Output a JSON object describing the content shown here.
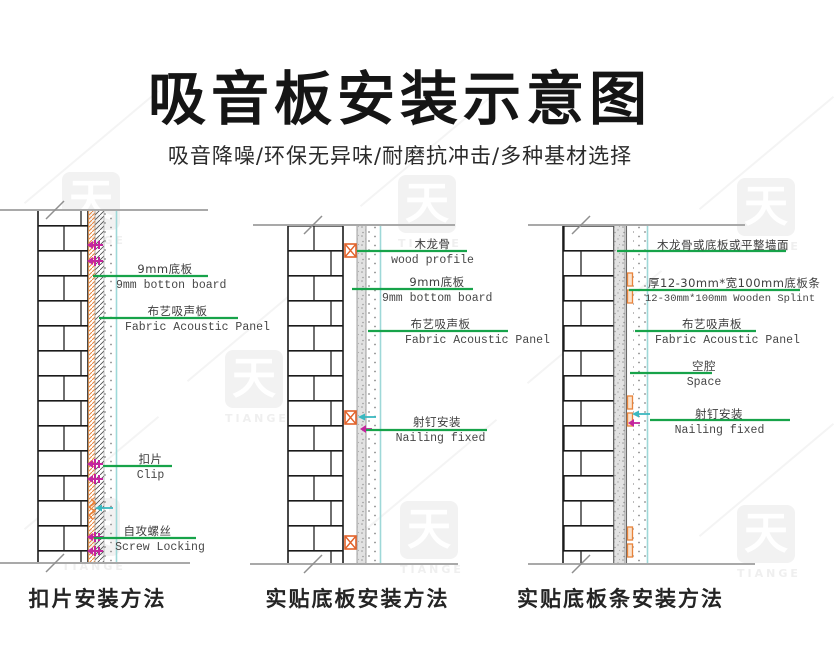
{
  "header": {
    "title": "吸音板安装示意图",
    "subtitle": "吸音降噪/环保无异味/耐磨抗冲击/多种基材选择"
  },
  "watermark": {
    "glyph": "天",
    "brand": "TIANGE"
  },
  "colors": {
    "label_line_green": "#17a34a",
    "cyan_face_line": "#9ed8d8",
    "cyan_arrow": "#3ab8c0",
    "clip_magenta": "#c4259e",
    "keel_orange": "#e8833a",
    "boundary_gray": "#a9a9a9"
  },
  "diagrams": [
    {
      "caption": "扣片安装方法",
      "labels": [
        {
          "zh": "9mm底板",
          "en": "9mm botton board"
        },
        {
          "zh": "布艺吸声板",
          "en": "Fabric Acoustic Panel"
        },
        {
          "zh": "扣片",
          "en": "Clip"
        },
        {
          "zh": "自攻螺丝",
          "en": "Screw Locking"
        }
      ]
    },
    {
      "caption": "实贴底板安装方法",
      "labels": [
        {
          "zh": "木龙骨",
          "en": "wood profile"
        },
        {
          "zh": "9mm底板",
          "en": "9mm bottom board"
        },
        {
          "zh": "布艺吸声板",
          "en": "Fabric Acoustic Panel"
        },
        {
          "zh": "射钉安装",
          "en": "Nailing fixed"
        }
      ]
    },
    {
      "caption": "实贴底板条安装方法",
      "labels": [
        {
          "zh": "木龙骨或底板或平整墙面",
          "en": ""
        },
        {
          "zh": "厚12-30mm*宽100mm底板条",
          "en": "12-30mm*100mm Wooden Splint"
        },
        {
          "zh": "布艺吸声板",
          "en": "Fabric Acoustic Panel"
        },
        {
          "zh": "空腔",
          "en": "Space"
        },
        {
          "zh": "射钉安装",
          "en": "Nailing fixed"
        }
      ]
    }
  ]
}
